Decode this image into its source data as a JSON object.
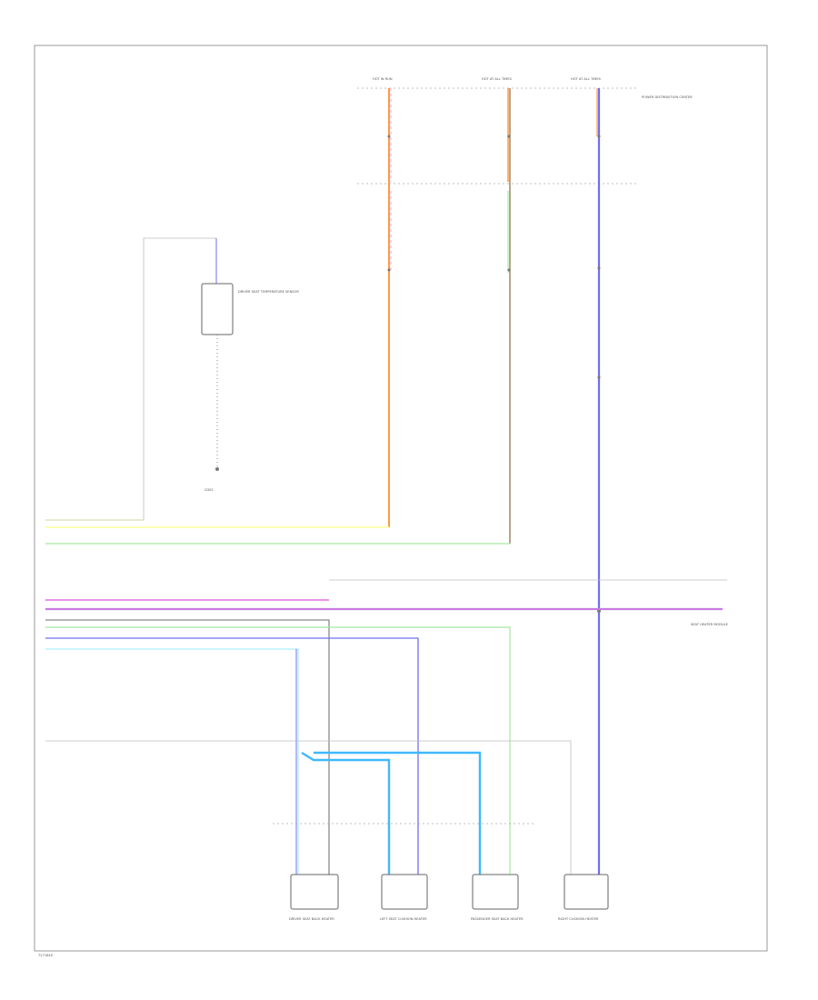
{
  "footer_code": "7271840",
  "wire_colors": {
    "orange": "#ff9a40",
    "pink": "#ff9ad6",
    "brown": "#a0866a",
    "green": "#a8e8a0",
    "blue": "#6f6ff0",
    "yellow": "#ffff99",
    "violet": "#c77ae0",
    "violet_dark": "#a040c8",
    "magenta": "#e070e0",
    "cyan": "#40b8ff",
    "light_cyan": "#b8f0ff",
    "olive": "#c8d8a0",
    "gray": "#c8c8c8"
  },
  "labels": {
    "fuse_top_1": "HOT IN RUN",
    "fuse_top_2": "HOT AT ALL TIMES",
    "fuse_top_3": "HOT AT ALL TIMES",
    "pdc_name": "POWER DISTRIBUTION CENTER",
    "sensor_name": "DRIVER SEAT TEMPERATURE SENSOR",
    "ground_name": "G302",
    "module_right": "SEAT HEATER MODULE",
    "seat_1": "DRIVER SEAT BACK HEATER",
    "seat_2": "LEFT SEAT CUSHION HEATER",
    "seat_3": "PASSENGER SEAT BACK HEATER",
    "seat_4": "RIGHT CUSHION HEATER"
  }
}
